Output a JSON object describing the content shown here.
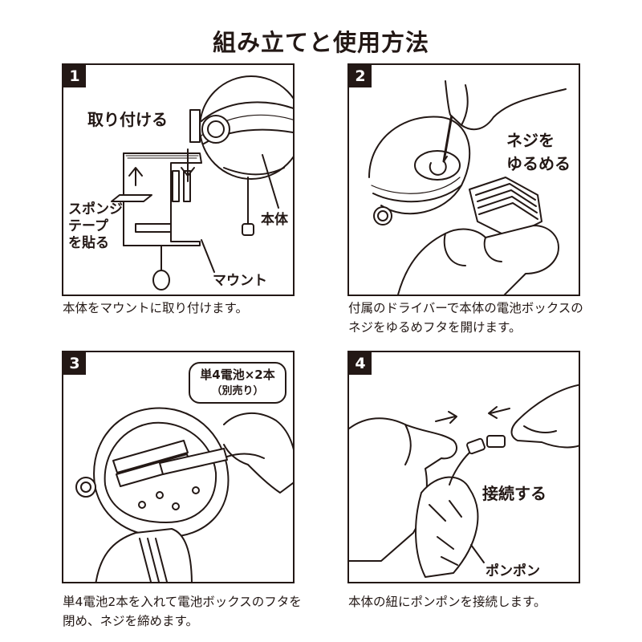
{
  "title": "組み立てと使用方法",
  "steps": [
    {
      "number": "1",
      "labels": {
        "attach": "取り付ける",
        "sponge": "スポンジ\nテープ\nを貼る",
        "body": "本体",
        "mount": "マウント"
      },
      "caption": "本体をマウントに取り付けます。"
    },
    {
      "number": "2",
      "labels": {
        "screw": "ネジを\nゆるめる"
      },
      "caption": "付属のドライバーで本体の電池ボックスのネジをゆるめフタを開けます。"
    },
    {
      "number": "3",
      "labels": {
        "battery_line1": "単4電池×2本",
        "battery_line2": "（別売り）"
      },
      "caption": "単4電池2本を入れて電池ボックスのフタを閉め、ネジを締めます。"
    },
    {
      "number": "4",
      "labels": {
        "connect": "接続する",
        "pompom": "ポンポン"
      },
      "caption": "本体の紐にポンポンを接続します。"
    }
  ]
}
